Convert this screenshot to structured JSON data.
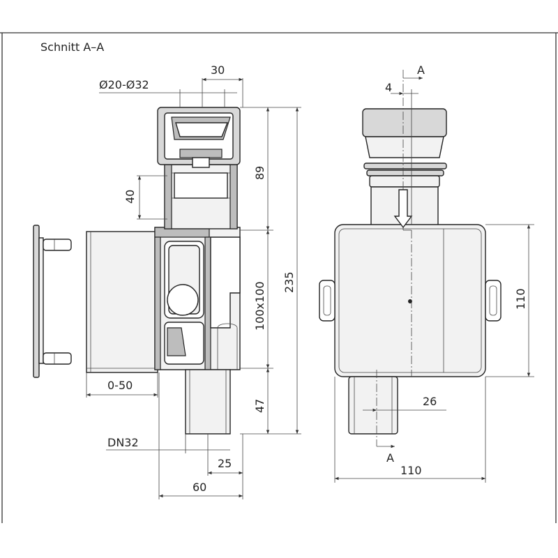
{
  "labels": {
    "section_title": "Schnitt A–A",
    "dia_range": "Ø20-Ø32",
    "dim_30": "30",
    "dim_89": "89",
    "dim_40": "40",
    "dim_235": "235",
    "dim_100x100": "100x100",
    "dim_0_50": "0-50",
    "dim_47": "47",
    "dim_dn32": "DN32",
    "dim_25": "25",
    "dim_60": "60",
    "section_a_top": "A",
    "dim_4": "4",
    "dim_110_right": "110",
    "dim_26": "26",
    "section_a_bottom": "A",
    "dim_110_bottom": "110"
  },
  "colors": {
    "line": "#333333",
    "fill_light": "#f2f2f2",
    "fill_mid": "#d8d8d8",
    "fill_hatch": "#bdbdbd"
  }
}
